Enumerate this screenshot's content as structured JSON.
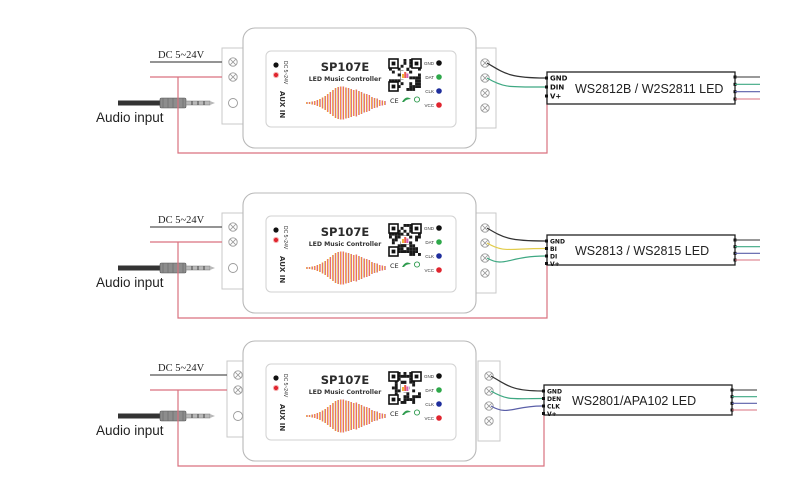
{
  "colors": {
    "power_red": "#d9727f",
    "gnd_black": "#333333",
    "wire_green": "#3ea882",
    "wire_yellow": "#e2cc4a",
    "wire_blue": "#5a5fa8",
    "box_border": "#c9c9c9",
    "led_strip_border": "#222222"
  },
  "controller": {
    "model": "SP107E",
    "subtitle": "LED Music Controller",
    "aux_label": "AUX IN",
    "dc_side_label": "DC 5~24V",
    "ce_mark": "CE",
    "pins": [
      {
        "label": "GND",
        "color": "#111111"
      },
      {
        "label": "DAT",
        "color": "#2ea84a"
      },
      {
        "label": "CLK",
        "color": "#1f2e9c"
      },
      {
        "label": "VCC",
        "color": "#e0252f"
      }
    ]
  },
  "rows": [
    {
      "power_label": "DC 5~24V",
      "audio_label": "Audio input",
      "strip_name": "WS2812B / W2S2811 LED",
      "strip_pins": [
        "GND",
        "DIN",
        "V+"
      ],
      "signal_wires": [
        "gnd",
        "green"
      ]
    },
    {
      "power_label": "DC 5~24V",
      "audio_label": "Audio input",
      "strip_name": "WS2813 / WS2815 LED",
      "strip_pins": [
        "GND",
        "BI",
        "DI",
        "V+"
      ],
      "signal_wires": [
        "gnd",
        "yellow",
        "green"
      ]
    },
    {
      "power_label": "DC 5~24V",
      "audio_label": "Audio input",
      "strip_name": "WS2801/APA102  LED",
      "strip_pins": [
        "GND",
        "DEN",
        "CLK",
        "V+"
      ],
      "signal_wires": [
        "gnd",
        "green",
        "blue"
      ]
    }
  ]
}
